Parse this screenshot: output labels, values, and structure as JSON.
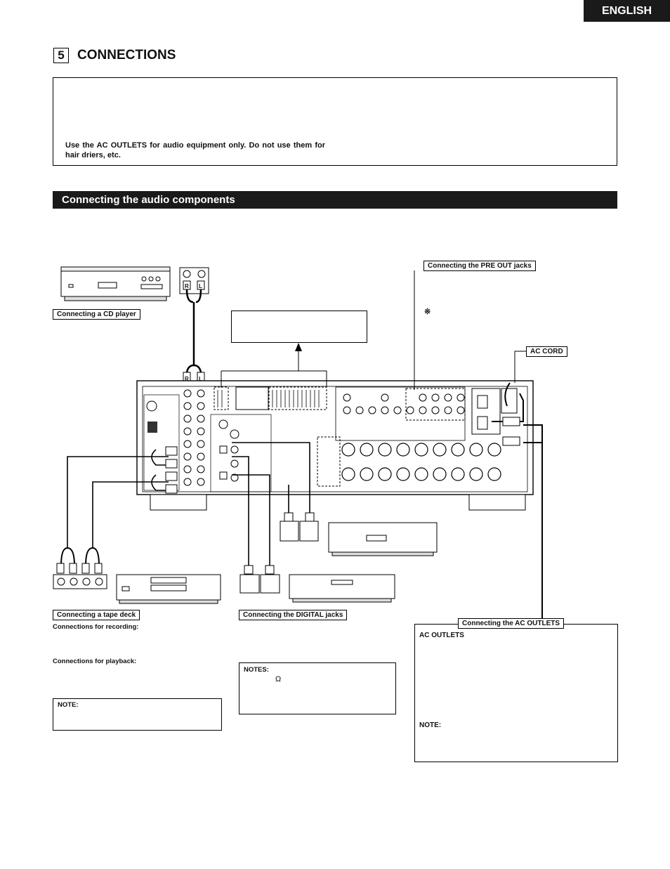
{
  "language_tab": "ENGLISH",
  "section": {
    "number": "5",
    "title": "CONNECTIONS"
  },
  "caution": {
    "text": "Use the AC OUTLETS for audio equipment only. Do not use them for hair driers, etc."
  },
  "subsection_title": "Connecting the audio components",
  "labels": {
    "cd_player": "Connecting a CD player",
    "pre_out": "Connecting the PRE OUT jacks",
    "ac_cord": "AC CORD",
    "tape_deck": "Connecting a tape deck",
    "digital_jacks": "Connecting the DIGITAL jacks",
    "ac_outlets": "Connecting the AC OUTLETS"
  },
  "pre_out_mark": "※",
  "tape_notes": {
    "recording": "Connections for recording:",
    "playback": "Connections for playback:",
    "note": "NOTE:"
  },
  "digital_notes": {
    "heading": "NOTES:",
    "ohm": "Ω"
  },
  "ac_outlets_box": {
    "heading": "AC OUTLETS",
    "note": "NOTE:"
  },
  "plug_letters": {
    "right": "R",
    "left": "L"
  }
}
